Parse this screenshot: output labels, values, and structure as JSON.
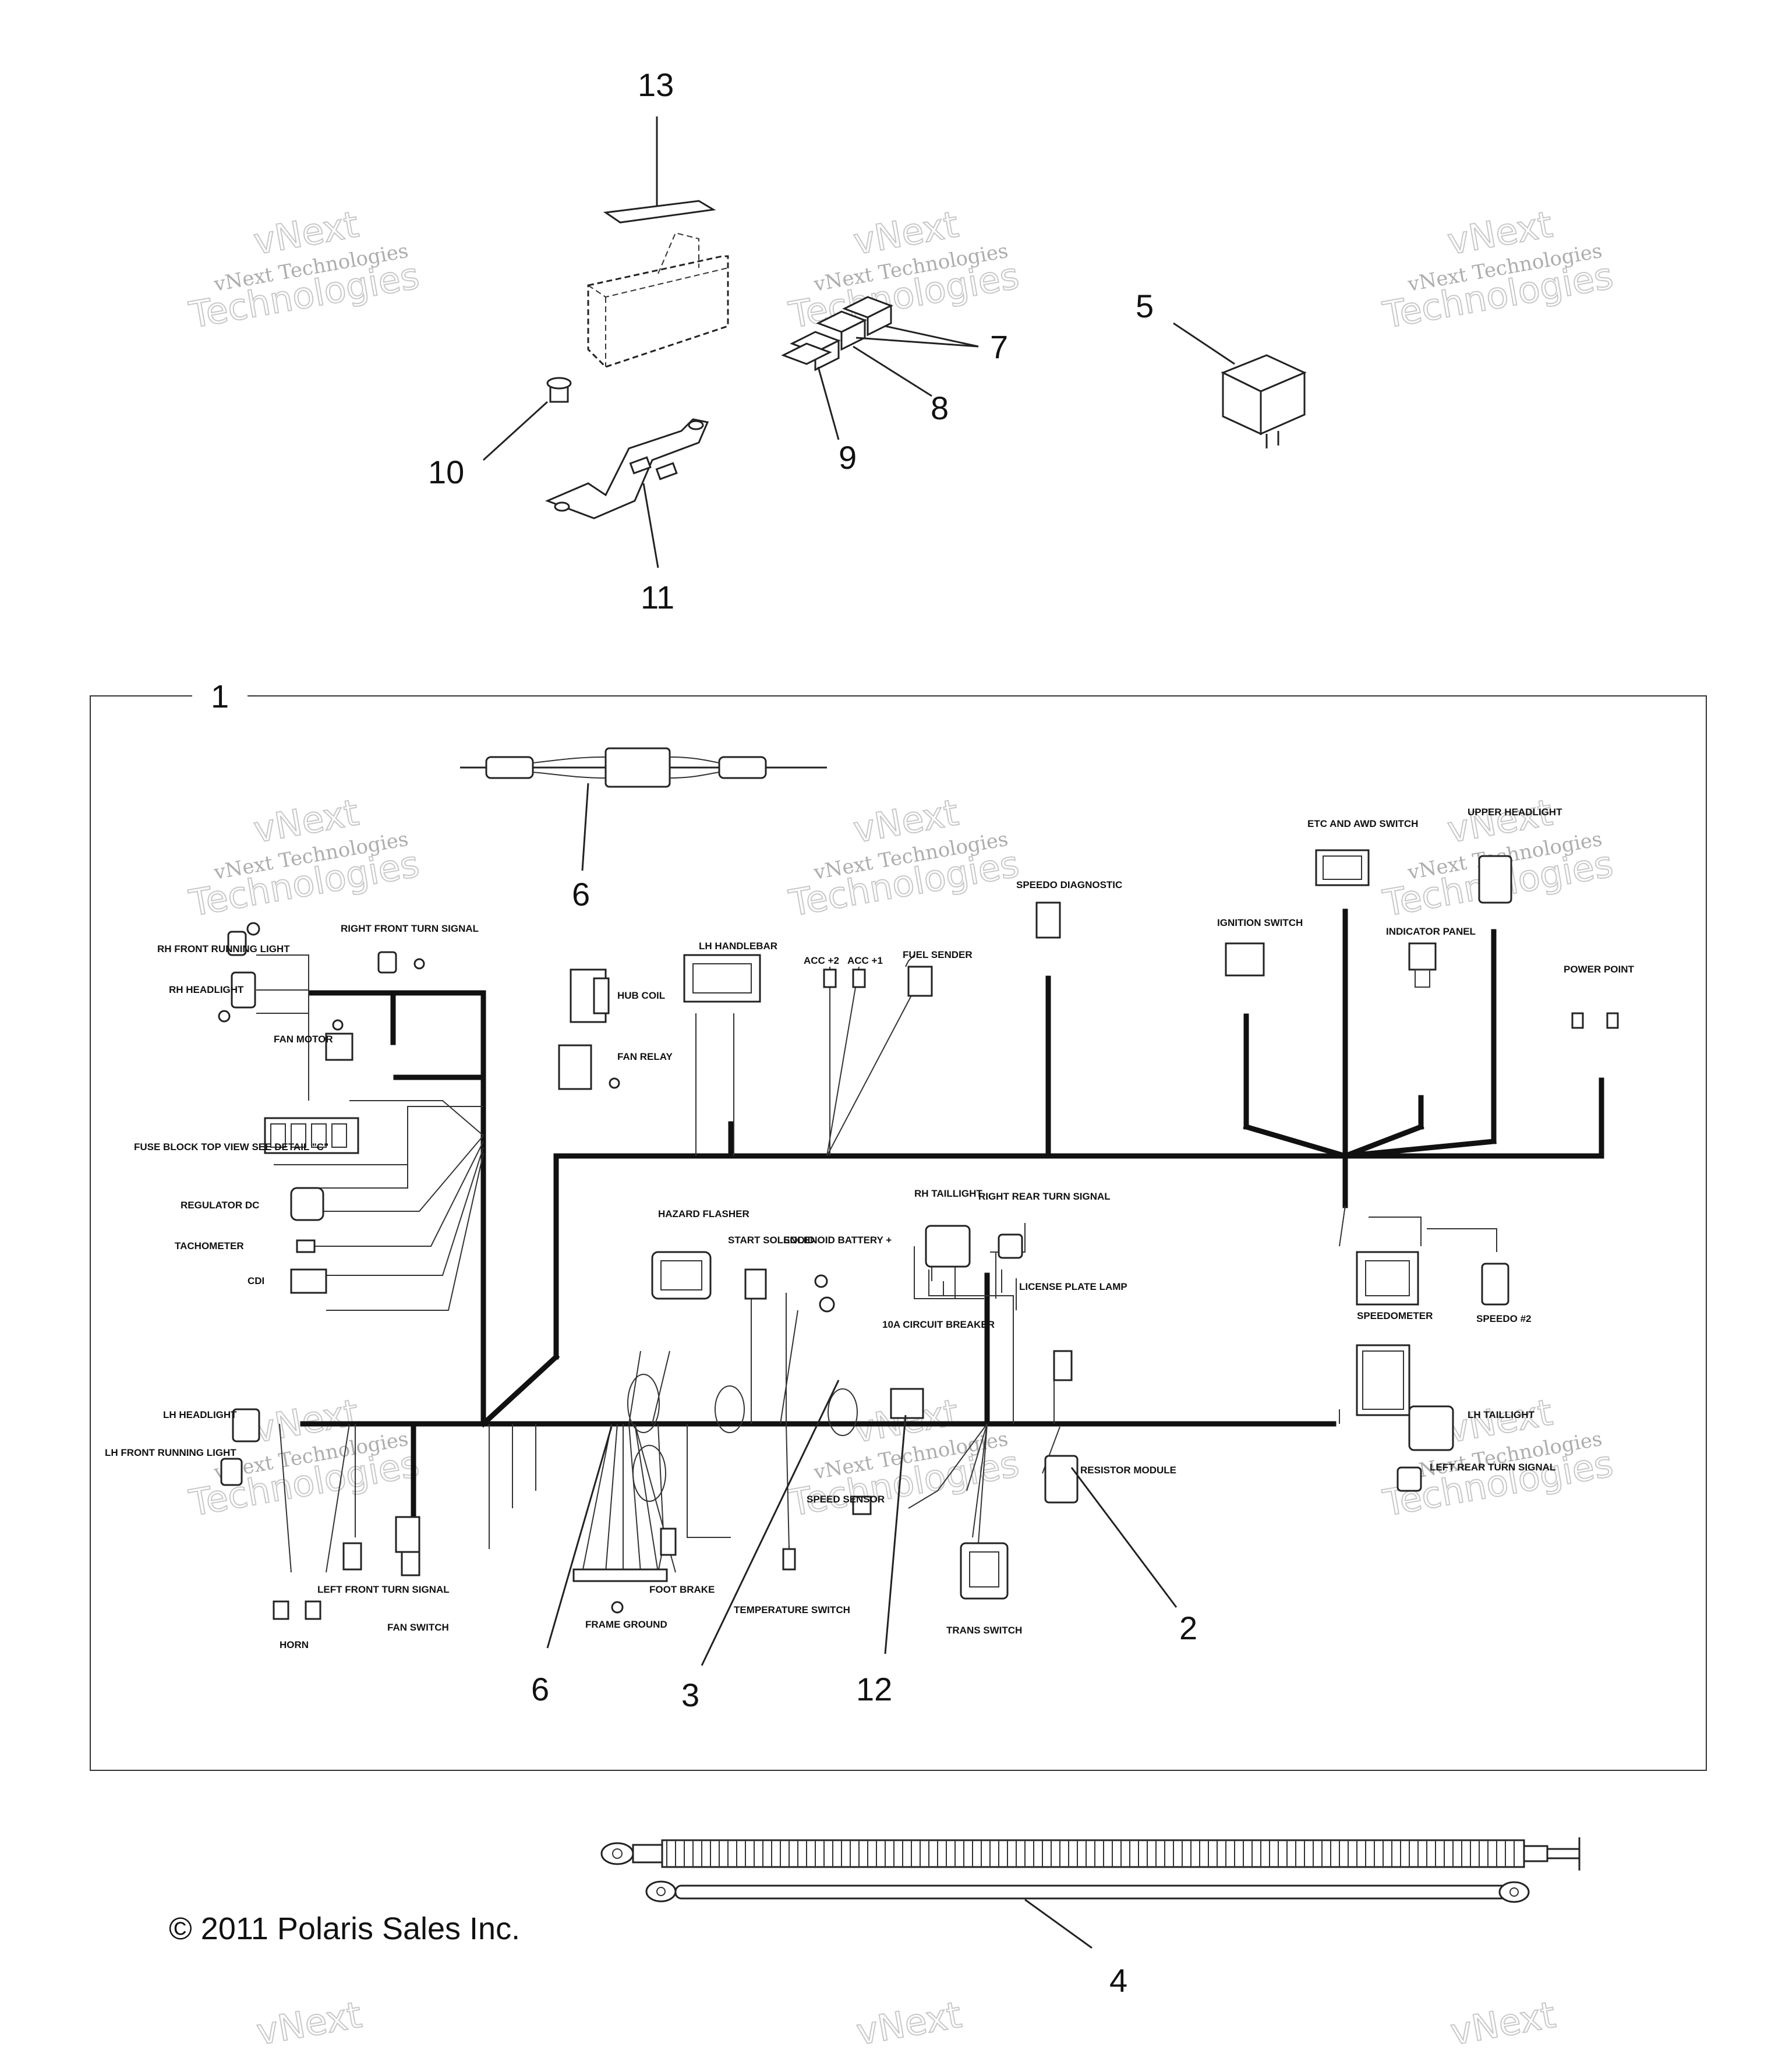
{
  "callouts": {
    "c13": "13",
    "c7": "7",
    "c8": "8",
    "c9": "9",
    "c5": "5",
    "c10": "10",
    "c11": "11",
    "c1": "1",
    "c6a": "6",
    "c6b": "6",
    "c3": "3",
    "c12": "12",
    "c2": "2",
    "c4": "4"
  },
  "labels": {
    "rh_front_running_light": "RH FRONT RUNNING LIGHT",
    "rh_headlight": "RH HEADLIGHT",
    "right_front_turn_signal": "RIGHT FRONT TURN SIGNAL",
    "hub_coil": "HUB COIL",
    "fan_motor": "FAN MOTOR",
    "fan_relay": "FAN RELAY",
    "fuse_block": "FUSE BLOCK TOP VIEW SEE DETAIL \"C\"",
    "regulator_dc": "REGULATOR DC",
    "tachometer": "TACHOMETER",
    "cdi": "CDI",
    "lh_handlebar": "LH HANDLEBAR",
    "acc2": "ACC +2",
    "acc1": "ACC +1",
    "fuel_sender": "FUEL SENDER",
    "speedo_diagnostic": "SPEEDO DIAGNOSTIC",
    "ignition_switch": "IGNITION SWITCH",
    "etc_awd_switch": "ETC AND AWD SWITCH",
    "upper_headlight": "UPPER HEADLIGHT",
    "indicator_panel": "INDICATOR PANEL",
    "power_point": "POWER POINT",
    "hazard_flasher": "HAZARD FLASHER",
    "start_solenoid": "START SOLENOID",
    "solenoid_battery": "SOLENOID BATTERY +",
    "rh_taillight": "RH TAILLIGHT",
    "right_rear_turn_signal": "RIGHT REAR TURN SIGNAL",
    "license_plate_lamp": "LICENSE PLATE LAMP",
    "circuit_breaker": "10A CIRCUIT BREAKER",
    "speedometer": "SPEEDOMETER",
    "speedo2": "SPEEDO #2",
    "lh_headlight": "LH HEADLIGHT",
    "lh_front_running_light": "LH FRONT RUNNING LIGHT",
    "lh_taillight": "LH TAILLIGHT",
    "left_rear_turn_signal": "LEFT REAR TURN SIGNAL",
    "resistor_module": "RESISTOR MODULE",
    "speed_sensor": "SPEED SENSOR",
    "trans_switch": "TRANS SWITCH",
    "temperature_switch": "TEMPERATURE SWITCH",
    "foot_brake": "FOOT BRAKE",
    "frame_ground": "FRAME GROUND",
    "fan_switch": "FAN SWITCH",
    "left_front_turn_signal": "LEFT FRONT TURN SIGNAL",
    "horn": "HORN"
  },
  "watermark": {
    "line1": "vNext Technologies",
    "line2": "Technologies",
    "top": "vNext"
  },
  "copyright": "© 2011 Polaris Sales Inc."
}
